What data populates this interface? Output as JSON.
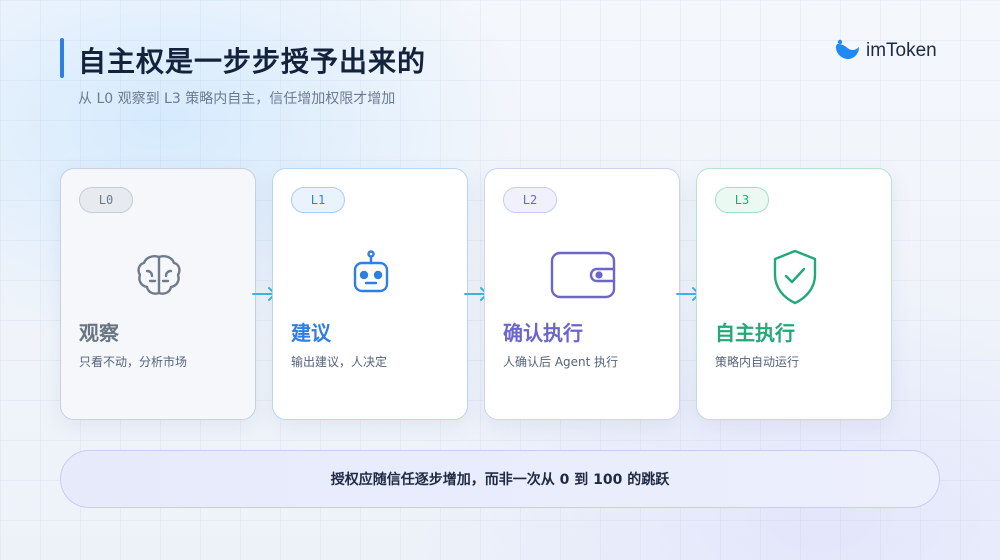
{
  "header": {
    "title": "自主权是一步步授予出来的",
    "subtitle": "从 L0 观察到 L3 策略内自主，信任增加权限才增加"
  },
  "brand": {
    "name": "imToken",
    "icon": "imtoken-logo-icon"
  },
  "cards": [
    {
      "badge": "L0",
      "title": "观察",
      "desc": "只看不动，分析市场",
      "icon": "brain-icon",
      "color": "#6a7584"
    },
    {
      "badge": "L1",
      "title": "建议",
      "desc": "输出建议，人决定",
      "icon": "robot-icon",
      "color": "#2f7fe0"
    },
    {
      "badge": "L2",
      "title": "确认执行",
      "desc": "人确认后 Agent 执行",
      "icon": "wallet-icon",
      "color": "#6c66cc"
    },
    {
      "badge": "L3",
      "title": "自主执行",
      "desc": "策略内自动运行",
      "icon": "shield-check-icon",
      "color": "#23a877"
    }
  ],
  "connectors": {
    "icon": "arrow-right-icon",
    "color": "#38b6e0"
  },
  "banner": {
    "text": "授权应随信任逐步增加，而非一次从 0 到 100 的跳跃"
  }
}
